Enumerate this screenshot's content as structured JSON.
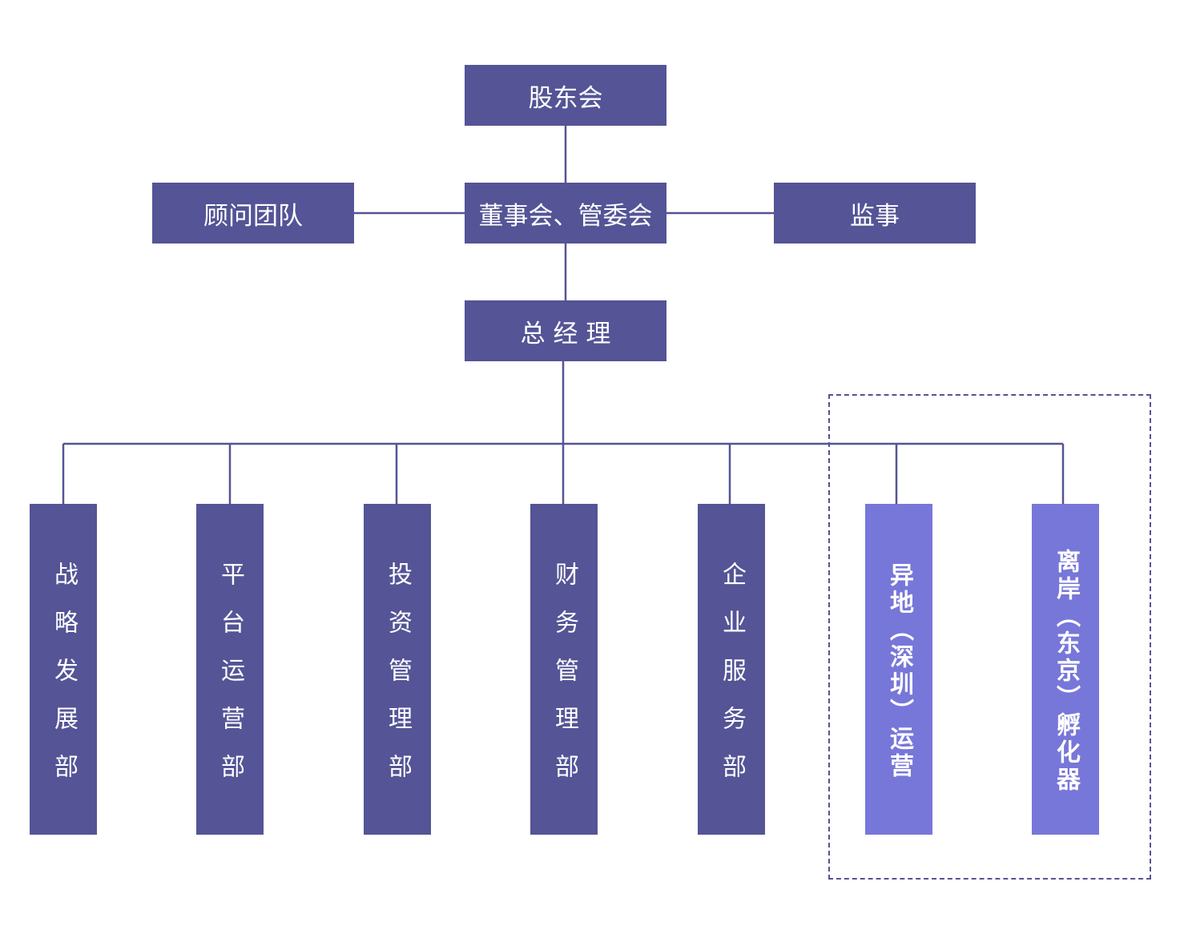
{
  "chart": {
    "shareholders": "股东会",
    "board": "董事会、管委会",
    "advisors": "顾问团队",
    "supervisor": "监事",
    "general_manager": "总 经 理",
    "departments": [
      "战略发展部",
      "平台运营部",
      "投资管理部",
      "财务管理部",
      "企业服务部"
    ],
    "branches": [
      "异地（深圳）运营",
      "离岸（东京）孵化器"
    ]
  },
  "colors": {
    "primary": "#545496",
    "secondary": "#7777d9",
    "line": "#545496",
    "text": "#ffffff",
    "background": "#ffffff"
  }
}
